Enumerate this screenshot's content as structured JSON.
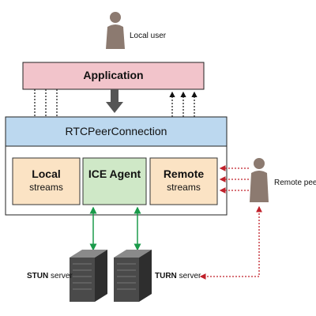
{
  "local_user": {
    "label": "Local user"
  },
  "application": {
    "label": "Application"
  },
  "peer_connection": {
    "label": "RTCPeerConnection"
  },
  "local_streams": {
    "title": "Local",
    "subtitle": "streams"
  },
  "ice_agent": {
    "label": "ICE Agent"
  },
  "remote_streams": {
    "title": "Remote",
    "subtitle": "streams"
  },
  "remote_peer": {
    "label": "Remote peer"
  },
  "stun_server": {
    "name": "STUN",
    "suffix": "server"
  },
  "turn_server": {
    "name": "TURN",
    "suffix": "server"
  },
  "colors": {
    "application_fill": "#f2c4cb",
    "peer_connection_fill": "#bcd8ef",
    "streams_fill": "#fbe3c4",
    "ice_fill": "#cfe8c7",
    "green_arrow": "#1a9a4a",
    "red_arrow": "#c0202a",
    "person": "#8c7a70",
    "server": "#555555"
  }
}
